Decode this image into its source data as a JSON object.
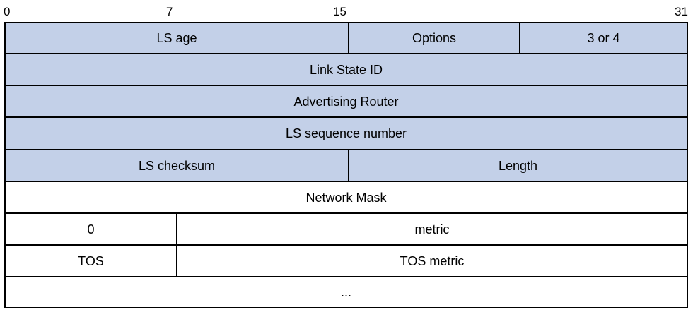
{
  "bit_labels": [
    "0",
    "7",
    "15",
    "31"
  ],
  "header": {
    "ls_age": "LS age",
    "options": "Options",
    "ls_type": "3 or 4",
    "link_state_id": "Link State ID",
    "advertising_router": "Advertising Router",
    "ls_sequence_number": "LS sequence number",
    "ls_checksum": "LS checksum",
    "length": "Length"
  },
  "body": {
    "network_mask": "Network Mask",
    "zero": "0",
    "metric": "metric",
    "tos": "TOS",
    "tos_metric": "TOS metric",
    "ellipsis": "..."
  },
  "colors": {
    "header_fill": "#c3d0e8",
    "body_fill": "#ffffff",
    "border": "#000000"
  }
}
